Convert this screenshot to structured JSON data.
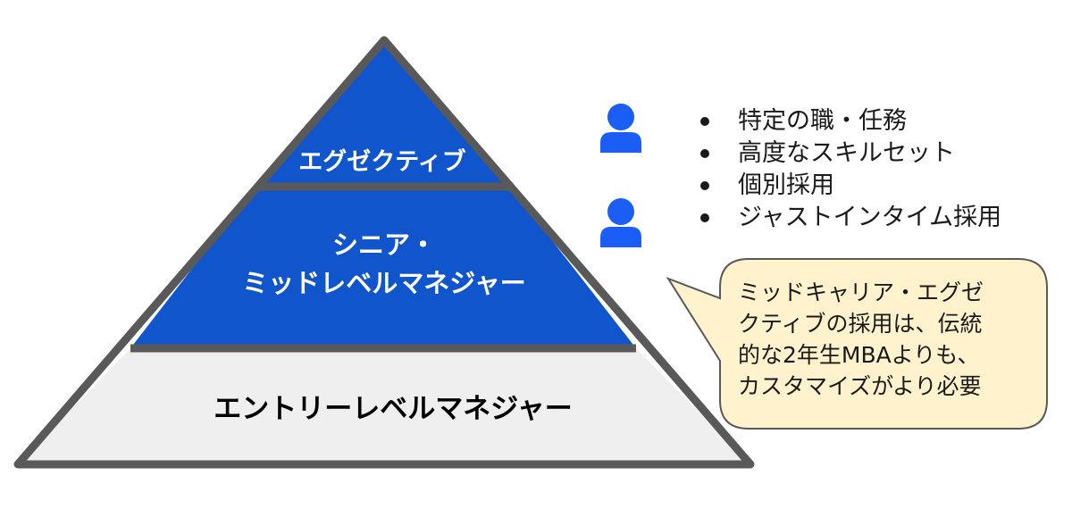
{
  "pyramid": {
    "tiers": [
      {
        "id": "executive",
        "lines": [
          "エグゼクティブ"
        ],
        "fill": "#1155cc",
        "text_color": "#ffffff"
      },
      {
        "id": "senior-mid",
        "lines": [
          "シニア・",
          "ミッドレベルマネジャー"
        ],
        "fill": "#1155cc",
        "text_color": "#ffffff"
      },
      {
        "id": "entry",
        "lines": [
          "エントリーレベルマネジャー"
        ],
        "fill": "#efefef",
        "text_color": "#000000"
      }
    ],
    "outline_color": "#595959"
  },
  "person_icon_color": "#1a5ef5",
  "bullets": [
    "特定の職・任務",
    "高度なスキルセット",
    "個別採用",
    "ジャストインタイム採用"
  ],
  "callout": {
    "lines": [
      "ミッドキャリア・エグゼ",
      "クティブの採用は、伝統",
      "的な2年生MBAよりも、",
      "カスタマイズがより必要"
    ],
    "fill": "#fff2cc",
    "stroke": "#595959"
  }
}
